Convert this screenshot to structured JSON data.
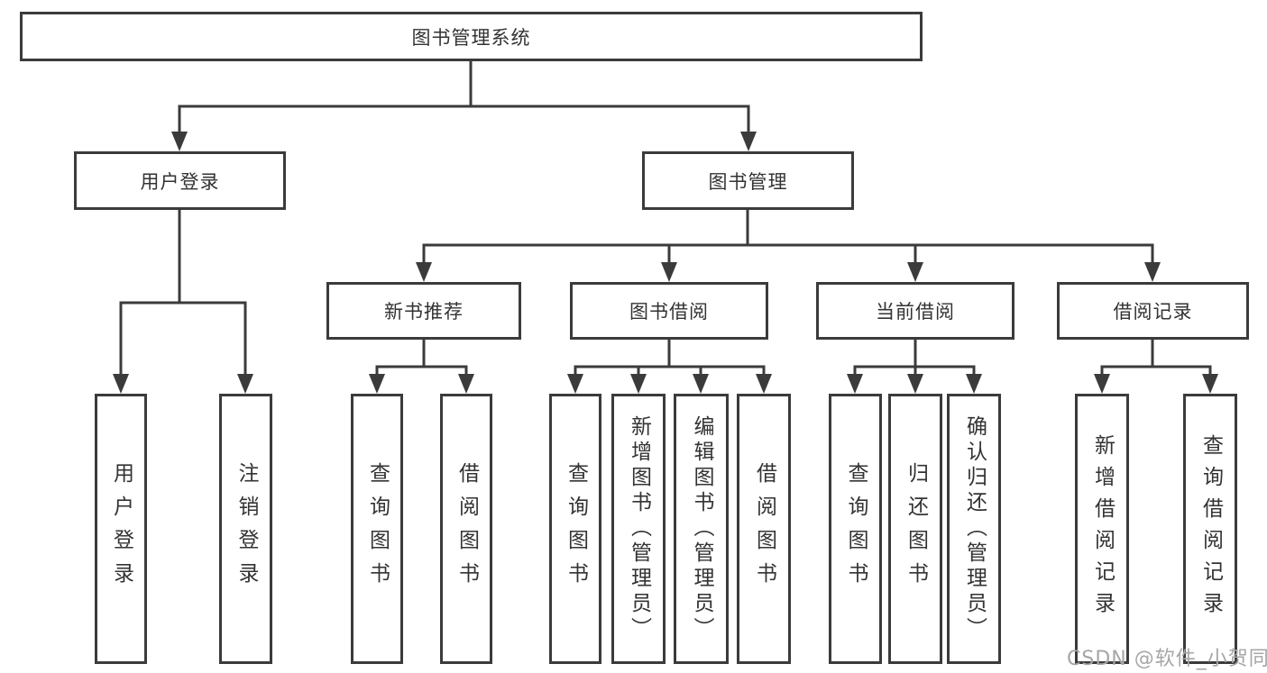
{
  "tree": {
    "root": {
      "label": "图书管理系统",
      "children": [
        {
          "label": "用户登录",
          "children": [
            {
              "label": "用户登录"
            },
            {
              "label": "注销登录"
            }
          ]
        },
        {
          "label": "图书管理",
          "children": [
            {
              "label": "新书推荐",
              "children": [
                {
                  "label": "查询图书"
                },
                {
                  "label": "借阅图书"
                }
              ]
            },
            {
              "label": "图书借阅",
              "children": [
                {
                  "label": "查询图书"
                },
                {
                  "label": "新增图书（管理员）"
                },
                {
                  "label": "编辑图书（管理员）"
                },
                {
                  "label": "借阅图书"
                }
              ]
            },
            {
              "label": "当前借阅",
              "children": [
                {
                  "label": "查询图书"
                },
                {
                  "label": "归还图书"
                },
                {
                  "label": "确认归还（管理员）"
                }
              ]
            },
            {
              "label": "借阅记录",
              "children": [
                {
                  "label": "新增借阅记录"
                },
                {
                  "label": "查询借阅记录"
                }
              ]
            }
          ]
        }
      ]
    }
  },
  "watermark": {
    "text": "CSDN @软件_小贺同学"
  },
  "colors": {
    "line": "#3b3b3b",
    "text": "#333333",
    "watermark": "#a6a6a6",
    "background": "#ffffff"
  }
}
